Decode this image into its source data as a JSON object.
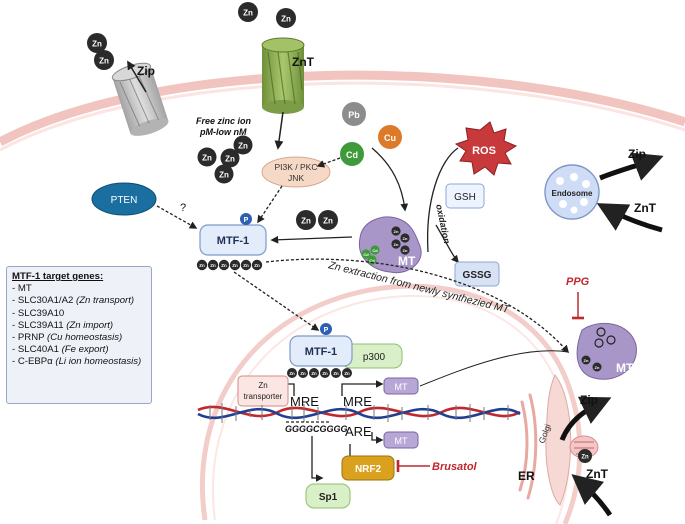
{
  "molecules": {
    "zn": "Zn",
    "pb": "Pb",
    "cu": "Cu",
    "cd": "Cd",
    "phos": "P"
  },
  "transporters": {
    "zip_top": "Zip",
    "znt_top": "ZnT",
    "zip_right": "Zip",
    "znt_right": "ZnT",
    "znt_endosome": "ZnT",
    "zip_endosome": "Zip"
  },
  "labels": {
    "free_zinc_1": "Free zinc ion",
    "free_zinc_2": "pM-low nM",
    "kinase_1": "PI3K / PKC",
    "kinase_2": "JNK",
    "pten": "PTEN",
    "question": "?",
    "mtf1": "MTF-1",
    "mtf1_nucleus": "MTF-1",
    "p300": "p300",
    "ros": "ROS",
    "gsh": "GSH",
    "gssg": "GSSG",
    "oxidation": "oxidation",
    "mt": "MT",
    "mt_right": "MT",
    "zn_extraction": "Zn extraction from newly synthezied MT",
    "ppg": "PPG",
    "endosome": "Endosome",
    "golgi": "Golgi",
    "er": "ER",
    "zn_transporter_1": "Zn",
    "zn_transporter_2": "transporter",
    "mre_left": "MRE",
    "mre_right": "MRE",
    "are": "ARE",
    "mt_gene_1": "MT",
    "mt_gene_2": "MT",
    "ggggcgggg": "GGGGCGGGG",
    "nrf2": "NRF2",
    "brusatol": "Brusatol",
    "sp1": "Sp1"
  },
  "target_genes": {
    "title": "MTF-1 target genes:",
    "items": [
      {
        "gene": "- MT",
        "note": ""
      },
      {
        "gene": "- SLC30A1/A2 ",
        "note": "(Zn transport)"
      },
      {
        "gene": "- SLC39A10",
        "note": ""
      },
      {
        "gene": "- SLC39A11 ",
        "note": "(Zn import)"
      },
      {
        "gene": "- PRNP ",
        "note": "(Cu homeostasis)"
      },
      {
        "gene": "- SLC40A1 ",
        "note": "(Fe export)"
      },
      {
        "gene": "- C-EBPα ",
        "note": "(Li ion homeostasis)"
      }
    ]
  },
  "colors": {
    "zn_ball": "#2b2b2b",
    "mtf1_fill": "#e3ecfa",
    "pten_fill": "#1a6fa0",
    "mt_fill": "#a996c8",
    "ros_fill": "#c8393b",
    "nrf2_fill": "#d9a11e",
    "sp1_fill": "#d9efc7",
    "brusatol": "#c0282d",
    "znt_fill": "#8cae55",
    "zip_fill": "#c8c8c8"
  }
}
